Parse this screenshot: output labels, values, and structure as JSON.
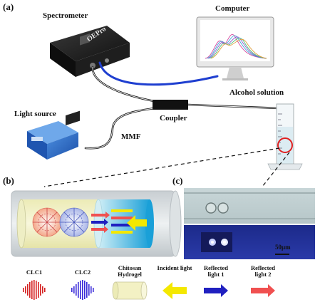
{
  "panels": {
    "a": "(a)",
    "b": "(b)",
    "c": "(c)"
  },
  "labels": {
    "spectrometer": "Spectrometer",
    "spectrometer_brand": "OEPro",
    "computer": "Computer",
    "alcohol_solution": "Alcohol solution",
    "light_source": "Light source",
    "coupler": "Coupler",
    "mmf": "MMF",
    "scale_bar": "50μm"
  },
  "legend": {
    "clc1": "CLC1",
    "clc2": "CLC2",
    "chitosan": "Chitosan Hydrogel",
    "incident": "Incident light",
    "reflected1": "Reflected light 1",
    "reflected2": "Reflected light 2"
  },
  "colors": {
    "fiber_blue": "#1f3fd0",
    "clc1_red": "#d42020",
    "clc2_blue": "#3a2ad8",
    "incident_yellow": "#f4e800",
    "reflected1_blue": "#2020c0",
    "reflected2_red": "#f05050",
    "hydrogel": "#f3f1c4"
  }
}
